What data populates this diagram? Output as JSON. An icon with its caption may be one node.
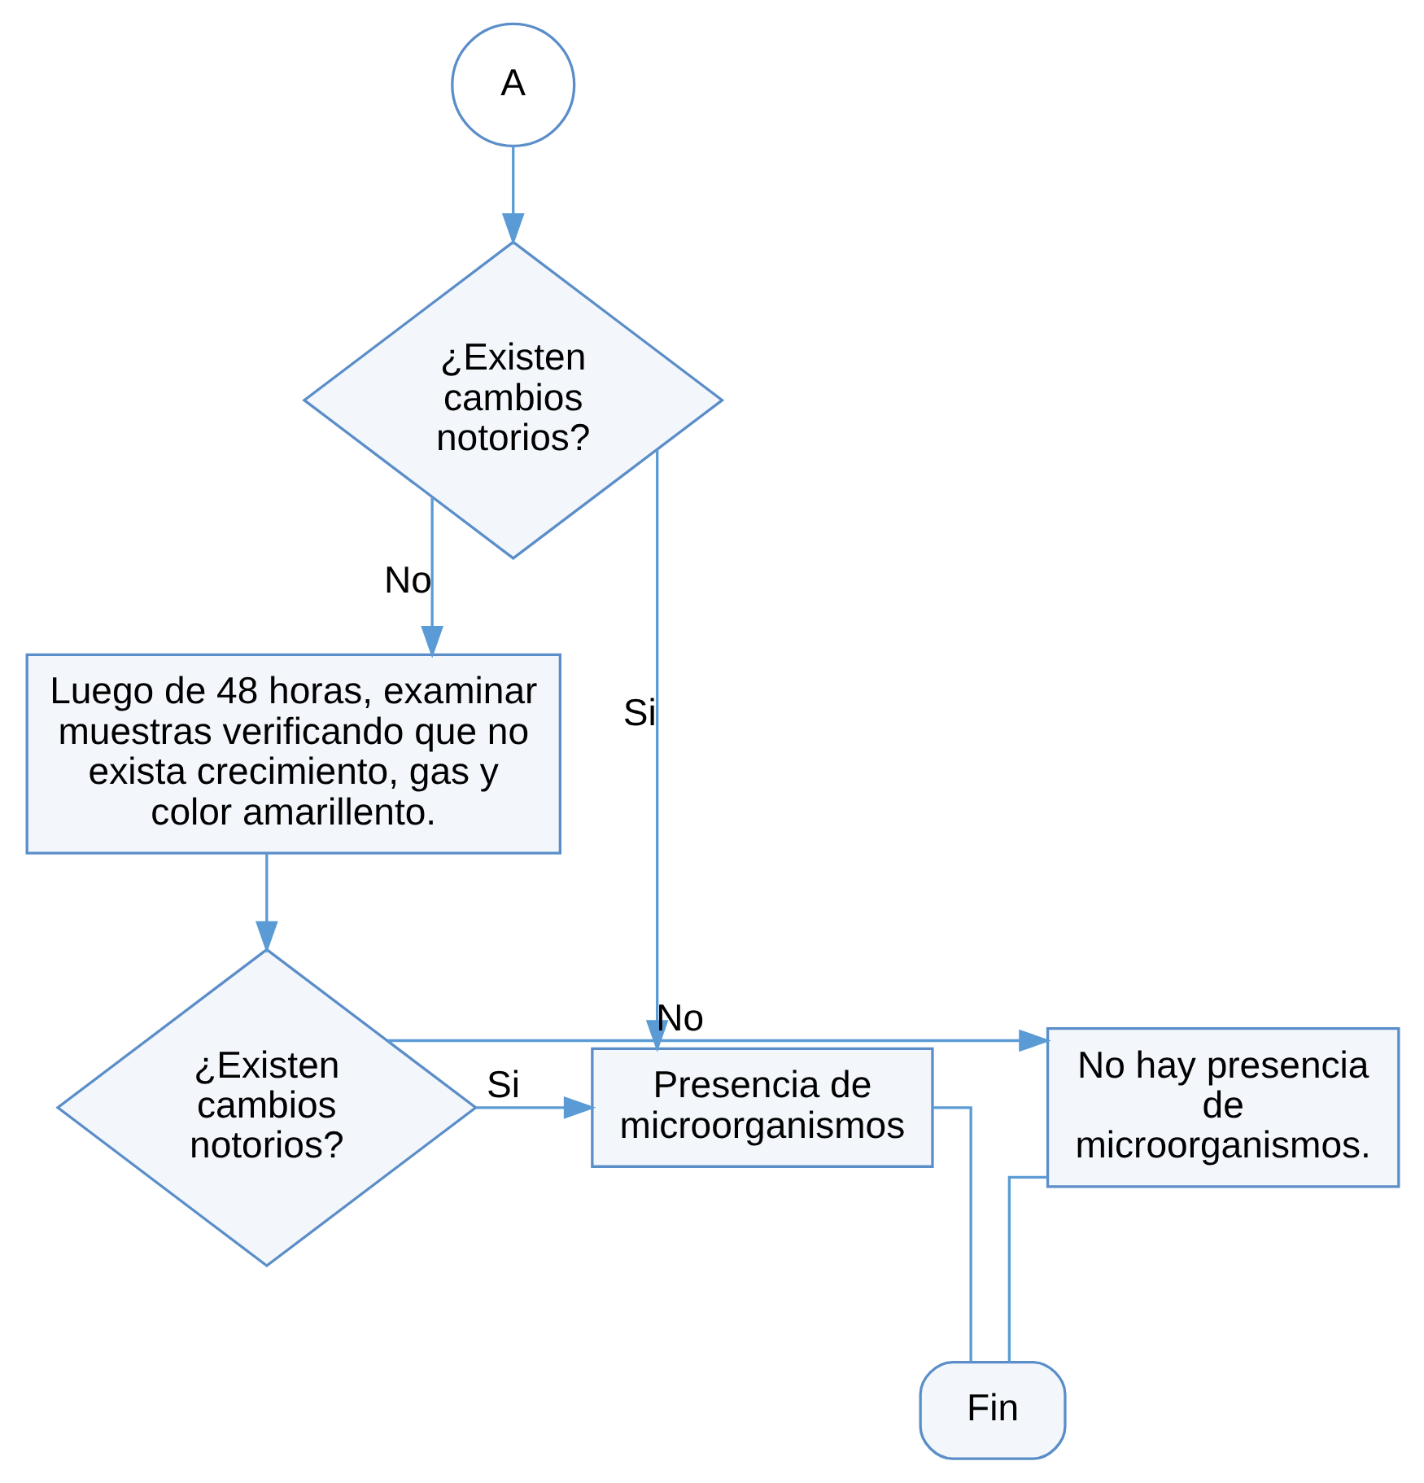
{
  "diagram": {
    "nodes": [
      {
        "text": [
          "A"
        ]
      },
      {
        "text": [
          "¿Existen cambios notorios?"
        ]
      },
      {
        "text": [
          "Luego de 48 horas, examinar muestras verificando que no exista crecimiento, gas y color amarillento."
        ]
      },
      {
        "text": [
          "¿Existen cambios notorios?"
        ]
      },
      {
        "text": [
          "No hay presencia de microorganismos."
        ]
      },
      {
        "text": [
          "Presencia de microorganismos"
        ]
      },
      {
        "text": [
          "Fin"
        ]
      }
    ],
    "edges": [
      {
        "from": 0,
        "to": 1,
        "arrow": "to"
      },
      {
        "from": 1,
        "to": 2,
        "arrow": "to",
        "label": "No"
      },
      {
        "from": 1,
        "to": 5,
        "arrow": "to",
        "label": "Si"
      },
      {
        "from": 2,
        "to": 3,
        "arrow": "to"
      },
      {
        "from": 3,
        "to": 4,
        "arrow": "to",
        "label": "No"
      },
      {
        "from": 3,
        "to": 5,
        "arrow": "to",
        "label": "Si"
      },
      {
        "from": 4,
        "to": 6,
        "arrow": "none"
      },
      {
        "from": 5,
        "to": 6,
        "arrow": "none"
      }
    ]
  }
}
